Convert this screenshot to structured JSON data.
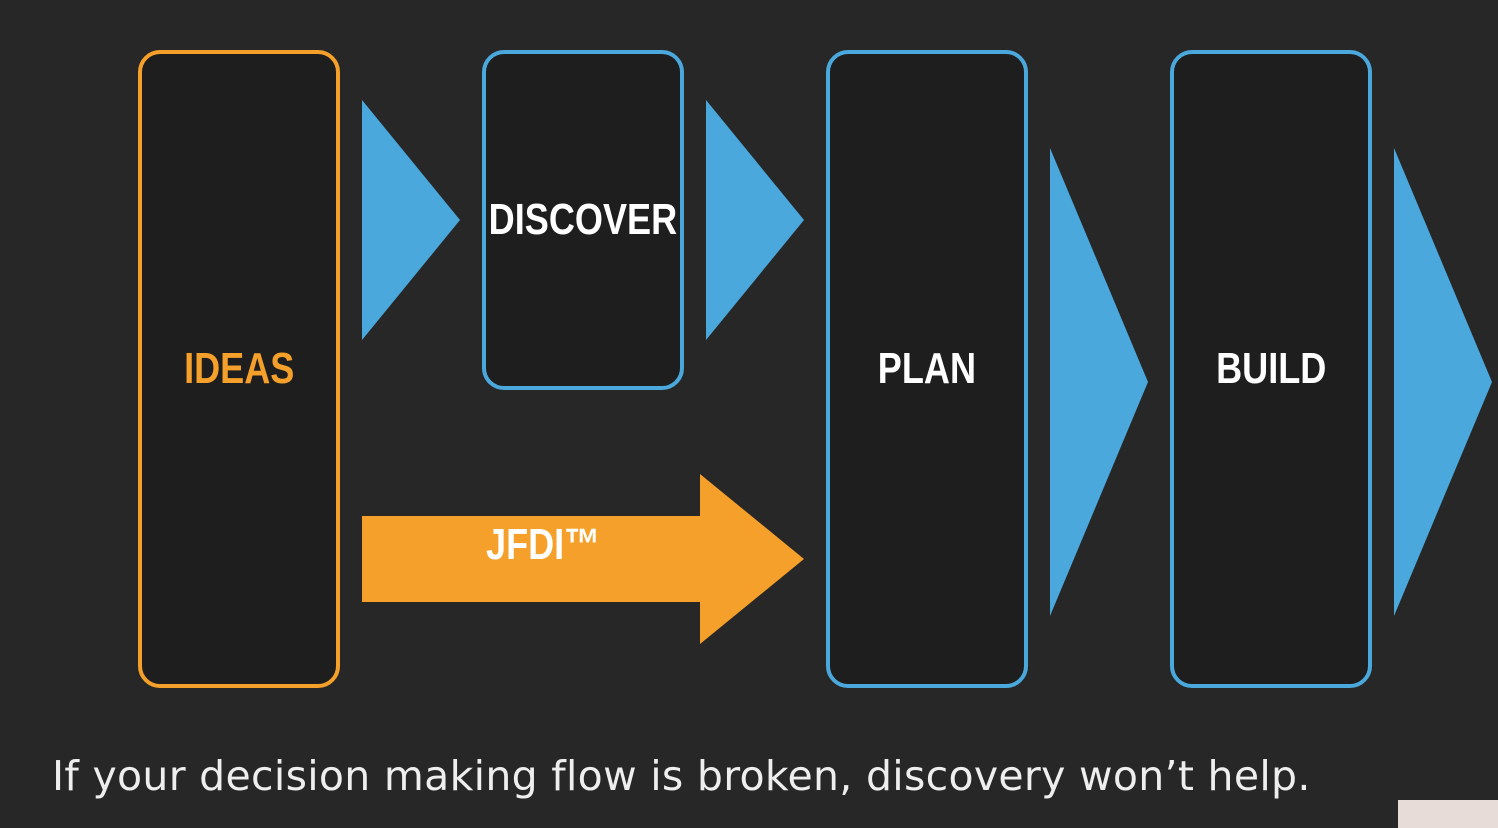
{
  "diagram": {
    "nodes": [
      {
        "id": "ideas",
        "label": "IDEAS"
      },
      {
        "id": "discover",
        "label": "DISCOVER"
      },
      {
        "id": "plan",
        "label": "PLAN"
      },
      {
        "id": "build",
        "label": "BUILD"
      }
    ],
    "shortcut_label": "JFDI™",
    "caption": "If your decision making flow is broken, discovery won’t help."
  },
  "colors": {
    "background": "#272727",
    "accent_blue": "#4aa8dc",
    "accent_orange": "#f5a02a",
    "text": "#ffffff"
  }
}
